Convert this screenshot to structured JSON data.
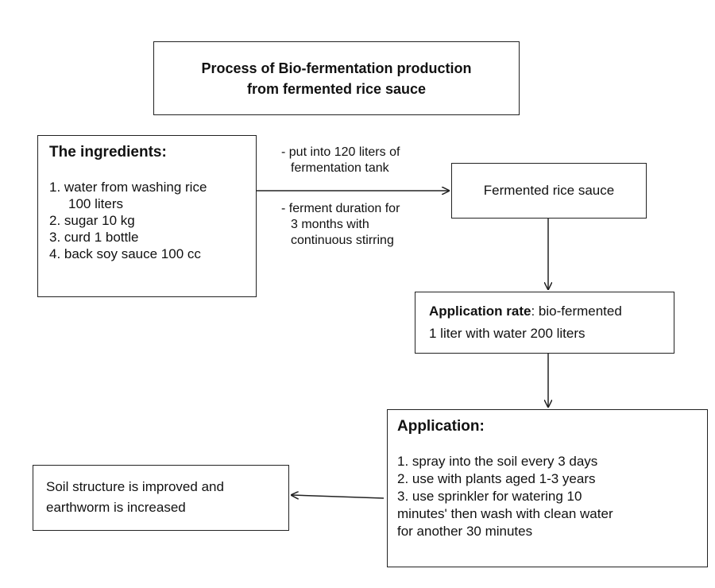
{
  "title": {
    "line1": "Process of Bio-fermentation production",
    "line2": "from fermented rice sauce"
  },
  "ingredients": {
    "heading": "The ingredients:",
    "items": [
      "1. water from washing rice",
      "100 liters",
      "2. sugar 10 kg",
      "3. curd 1 bottle",
      "4. back soy sauce 100 cc"
    ]
  },
  "process_steps": {
    "step1_line1": "- put into 120 liters of",
    "step1_line2": "fermentation tank",
    "step2_line1": "- ferment duration for",
    "step2_line2": "3 months with",
    "step2_line3": "continuous stirring"
  },
  "fermented_sauce": {
    "label": "Fermented rice sauce"
  },
  "application_rate": {
    "label_bold": "Application rate",
    "label_rest": ": bio-fermented",
    "line2": "1 liter with water 200 liters"
  },
  "application": {
    "heading": "Application:",
    "items": [
      "1. spray into the soil every 3 days",
      "2. use with plants aged 1-3 years",
      "3. use sprinkler for watering 10",
      "minutes' then wash with clean water",
      "for another 30 minutes"
    ]
  },
  "result": {
    "line1": "Soil structure is improved and",
    "line2": "earthworm is increased"
  }
}
